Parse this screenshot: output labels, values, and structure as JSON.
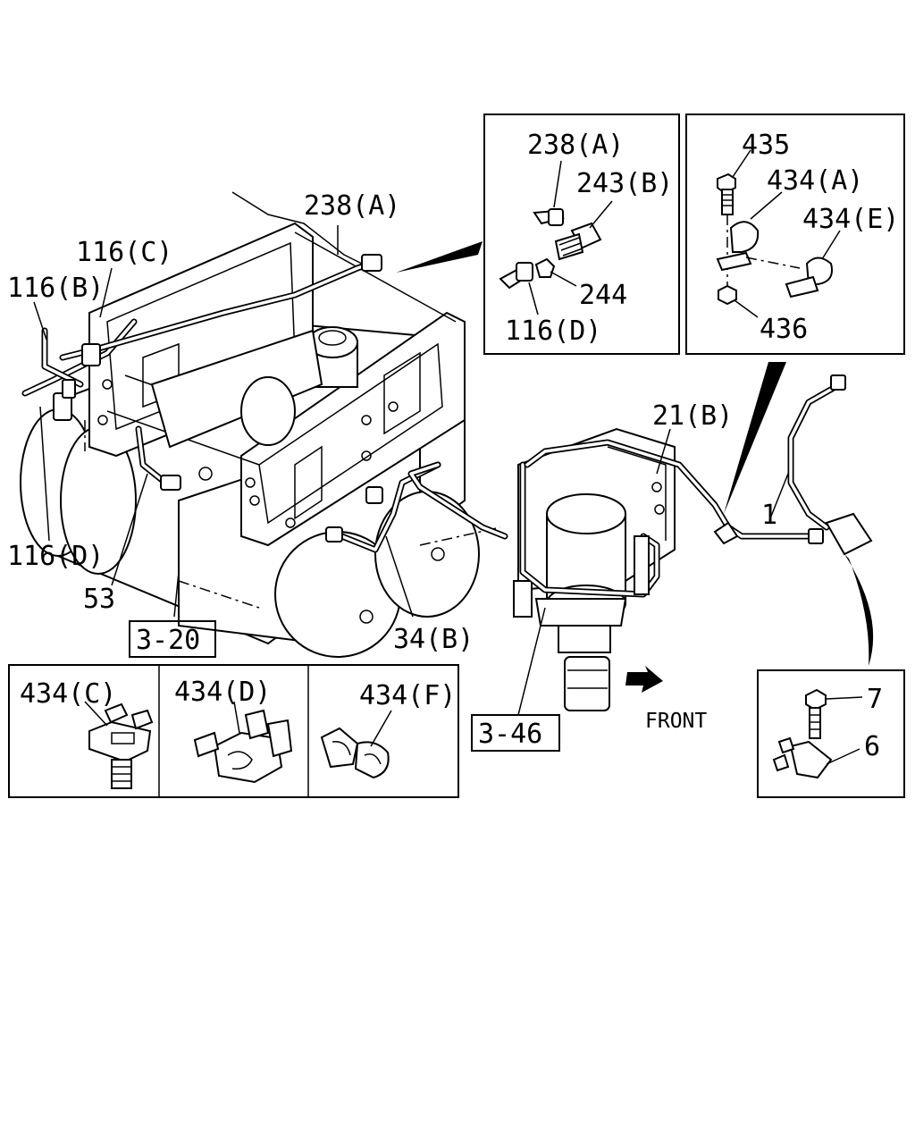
{
  "callouts": {
    "c238a_main": "238(A)",
    "c116c": "116(C)",
    "c116b": "116(B)",
    "c116d_main": "116(D)",
    "c53": "53",
    "c3_20": "3-20",
    "c34b": "34(B)",
    "c21b": "21(B)",
    "c1": "1",
    "c3_46": "3-46",
    "front": "FRONT",
    "c7": "7",
    "c6": "6"
  },
  "insets": {
    "fittings": {
      "c238a": "238(A)",
      "c243b": "243(B)",
      "c244": "244",
      "c116d": "116(D)"
    },
    "clamp_bolt": {
      "c435": "435",
      "c434a": "434(A)",
      "c434e": "434(E)",
      "c436": "436"
    },
    "clips": {
      "c434c": "434(C)",
      "c434d": "434(D)",
      "c434f": "434(F)"
    }
  }
}
